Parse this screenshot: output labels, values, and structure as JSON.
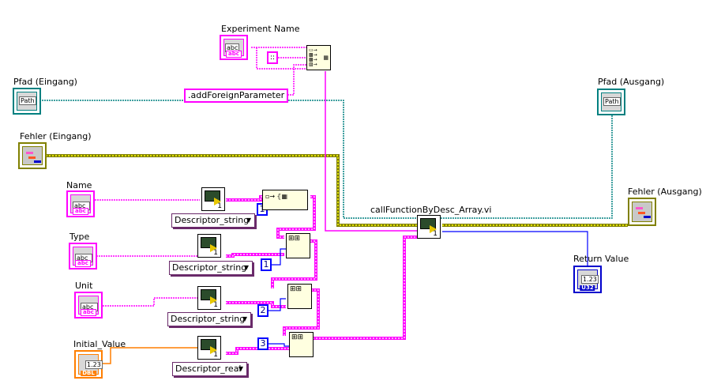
{
  "diagram": {
    "controls": {
      "experiment_name": {
        "label": "Experiment Name",
        "value": "abc",
        "type_tag": "abc"
      },
      "pfad_eingang": {
        "label": "Pfad (Eingang)",
        "value": "Path"
      },
      "fehler_eingang": {
        "label": "Fehler (Eingang)"
      },
      "name": {
        "label": "Name",
        "value": "abc",
        "type_tag": "abc"
      },
      "type": {
        "label": "Type",
        "value": "abc",
        "type_tag": "abc"
      },
      "unit": {
        "label": "Unit",
        "value": "abc",
        "type_tag": "abc"
      },
      "initial_value": {
        "label": "Initial_Value",
        "value": "1.23",
        "type_tag": "DBL"
      }
    },
    "indicators": {
      "pfad_ausgang": {
        "label": "Pfad (Ausgang)",
        "value": "Path"
      },
      "fehler_ausgang": {
        "label": "Fehler (Ausgang)"
      },
      "return_value": {
        "label": "Return Value",
        "value": "1.23",
        "type_tag": "U32"
      }
    },
    "constants": {
      "separator": "::",
      "method": ".addForeignParameter",
      "index_1a": "1",
      "index_1b": "1",
      "index_2": "2",
      "index_3": "3"
    },
    "enums": {
      "desc_name": "Descriptor_string",
      "desc_type": "Descriptor_string",
      "desc_unit": "Descriptor_string",
      "desc_initial": "Descriptor_real"
    },
    "subvis": {
      "desc_name_num": "1",
      "desc_type_num": "1",
      "desc_unit_num": "1",
      "desc_initial_num": "1",
      "call_function": {
        "label": "callFunctionByDesc_Array.vi",
        "num": "1"
      }
    },
    "wire_colors": {
      "string": "#ff00ff",
      "path": "#008080",
      "error": "#808000",
      "integer": "#0000ff",
      "double": "#ff7f00"
    }
  }
}
